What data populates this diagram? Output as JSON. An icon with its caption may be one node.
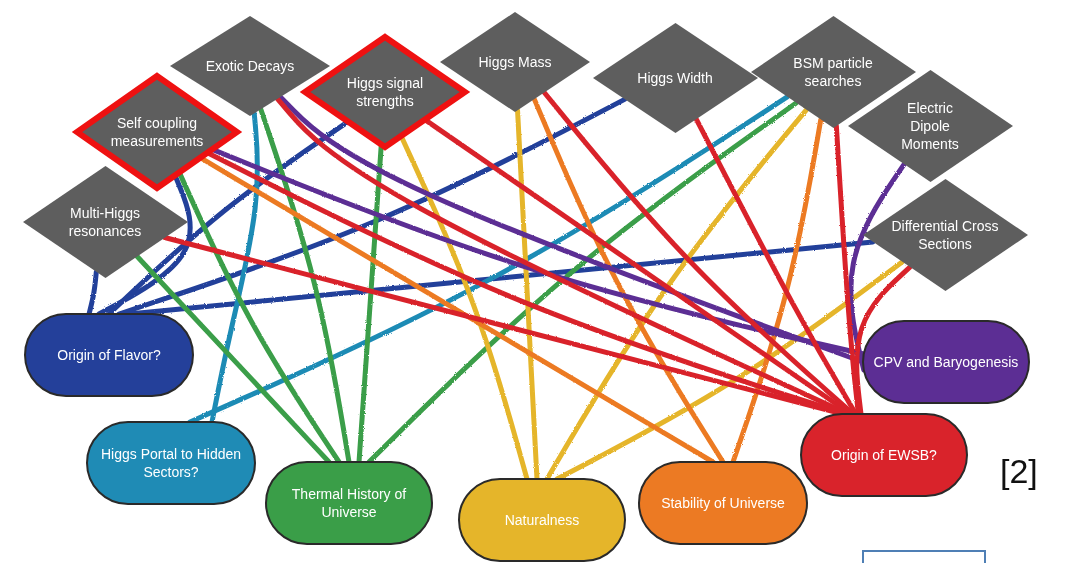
{
  "diagram": {
    "nodes": [
      {
        "text": [
          "Exotic Decays"
        ]
      },
      {
        "text": [
          "Self coupling measurements"
        ]
      },
      {
        "text": [
          "Higgs signal strengths"
        ]
      },
      {
        "text": [
          "Higgs Mass"
        ]
      },
      {
        "text": [
          "Higgs Width"
        ]
      },
      {
        "text": [
          "BSM particle searches"
        ]
      },
      {
        "text": [
          "Electric Dipole Moments"
        ]
      },
      {
        "text": [
          "Multi-Higgs resonances"
        ]
      },
      {
        "text": [
          "Differential Cross Sections"
        ]
      },
      {
        "text": [
          "Origin of Flavor?"
        ]
      },
      {
        "text": [
          "CPV and Baryogenesis"
        ]
      },
      {
        "text": [
          "Higgs Portal to Hidden Sectors?"
        ]
      },
      {
        "text": [
          "Origin of EWSB?"
        ]
      },
      {
        "text": [
          "Thermal History of Universe"
        ]
      },
      {
        "text": [
          "Naturalness"
        ]
      },
      {
        "text": [
          "Stability of Universe"
        ]
      },
      {
        "text": [],
        "shape": "box"
      }
    ],
    "edges": [
      {
        "from": 7,
        "to": 9,
        "arrow": "none",
        "color": "#24409a"
      },
      {
        "from": 1,
        "to": 9,
        "arrow": "none",
        "color": "#24409a"
      },
      {
        "from": 2,
        "to": 9,
        "arrow": "none",
        "color": "#24409a"
      },
      {
        "from": 4,
        "to": 9,
        "arrow": "none",
        "color": "#24409a"
      },
      {
        "from": 8,
        "to": 9,
        "arrow": "none",
        "color": "#24409a"
      },
      {
        "from": 0,
        "to": 11,
        "arrow": "none",
        "color": "#1f8bb5"
      },
      {
        "from": 5,
        "to": 11,
        "arrow": "none",
        "color": "#1f8bb5"
      },
      {
        "from": 7,
        "to": 13,
        "arrow": "none",
        "color": "#3a9e48"
      },
      {
        "from": 1,
        "to": 13,
        "arrow": "none",
        "color": "#3a9e48"
      },
      {
        "from": 0,
        "to": 13,
        "arrow": "none",
        "color": "#3a9e48"
      },
      {
        "from": 2,
        "to": 13,
        "arrow": "none",
        "color": "#3a9e48"
      },
      {
        "from": 5,
        "to": 13,
        "arrow": "none",
        "color": "#3a9e48"
      },
      {
        "from": 2,
        "to": 14,
        "arrow": "none",
        "color": "#e5b52a"
      },
      {
        "from": 3,
        "to": 14,
        "arrow": "none",
        "color": "#e5b52a"
      },
      {
        "from": 5,
        "to": 14,
        "arrow": "none",
        "color": "#e5b52a"
      },
      {
        "from": 8,
        "to": 14,
        "arrow": "none",
        "color": "#e5b52a"
      },
      {
        "from": 1,
        "to": 15,
        "arrow": "none",
        "color": "#ec7a23"
      },
      {
        "from": 3,
        "to": 15,
        "arrow": "none",
        "color": "#ec7a23"
      },
      {
        "from": 5,
        "to": 15,
        "arrow": "none",
        "color": "#ec7a23"
      },
      {
        "from": 0,
        "to": 10,
        "arrow": "none",
        "color": "#5c2e94"
      },
      {
        "from": 1,
        "to": 10,
        "arrow": "none",
        "color": "#5c2e94"
      },
      {
        "from": 6,
        "to": 10,
        "arrow": "none",
        "color": "#5c2e94"
      },
      {
        "from": 7,
        "to": 12,
        "arrow": "none",
        "color": "#d9232b"
      },
      {
        "from": 1,
        "to": 12,
        "arrow": "none",
        "color": "#d9232b"
      },
      {
        "from": 0,
        "to": 12,
        "arrow": "none",
        "color": "#d9232b"
      },
      {
        "from": 2,
        "to": 12,
        "arrow": "none",
        "color": "#d9232b"
      },
      {
        "from": 3,
        "to": 12,
        "arrow": "none",
        "color": "#d9232b"
      },
      {
        "from": 4,
        "to": 12,
        "arrow": "none",
        "color": "#d9232b"
      },
      {
        "from": 5,
        "to": 12,
        "arrow": "none",
        "color": "#d9232b"
      },
      {
        "from": 8,
        "to": 12,
        "arrow": "none",
        "color": "#d9232b"
      }
    ],
    "labels": [
      "[2]"
    ]
  }
}
